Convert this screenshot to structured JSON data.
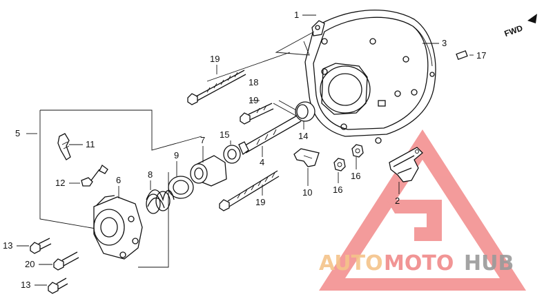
{
  "diagram": {
    "fwd_label": "FWD",
    "callouts": [
      {
        "id": "c1",
        "text": "1"
      },
      {
        "id": "c2",
        "text": "2"
      },
      {
        "id": "c3",
        "text": "3"
      },
      {
        "id": "c4",
        "text": "4"
      },
      {
        "id": "c5",
        "text": "5"
      },
      {
        "id": "c6",
        "text": "6"
      },
      {
        "id": "c7",
        "text": "7"
      },
      {
        "id": "c8",
        "text": "8"
      },
      {
        "id": "c9",
        "text": "9"
      },
      {
        "id": "c10",
        "text": "10"
      },
      {
        "id": "c11",
        "text": "11"
      },
      {
        "id": "c12",
        "text": "12"
      },
      {
        "id": "c13a",
        "text": "13"
      },
      {
        "id": "c13b",
        "text": "13"
      },
      {
        "id": "c14",
        "text": "14"
      },
      {
        "id": "c15",
        "text": "15"
      },
      {
        "id": "c16a",
        "text": "16"
      },
      {
        "id": "c16b",
        "text": "16"
      },
      {
        "id": "c17",
        "text": "17"
      },
      {
        "id": "c18",
        "text": "18"
      },
      {
        "id": "c19a",
        "text": "19"
      },
      {
        "id": "c19b",
        "text": "19"
      },
      {
        "id": "c19c",
        "text": "19"
      },
      {
        "id": "c20",
        "text": "20"
      }
    ]
  },
  "watermark": {
    "part1": "AUTO",
    "part2": "MOTO",
    "part3": "HUB",
    "colors": {
      "auto": "#f5c48a",
      "moto": "#f08a8a",
      "hub": "#9a9a9a",
      "triangle": "#f07a7a"
    }
  }
}
